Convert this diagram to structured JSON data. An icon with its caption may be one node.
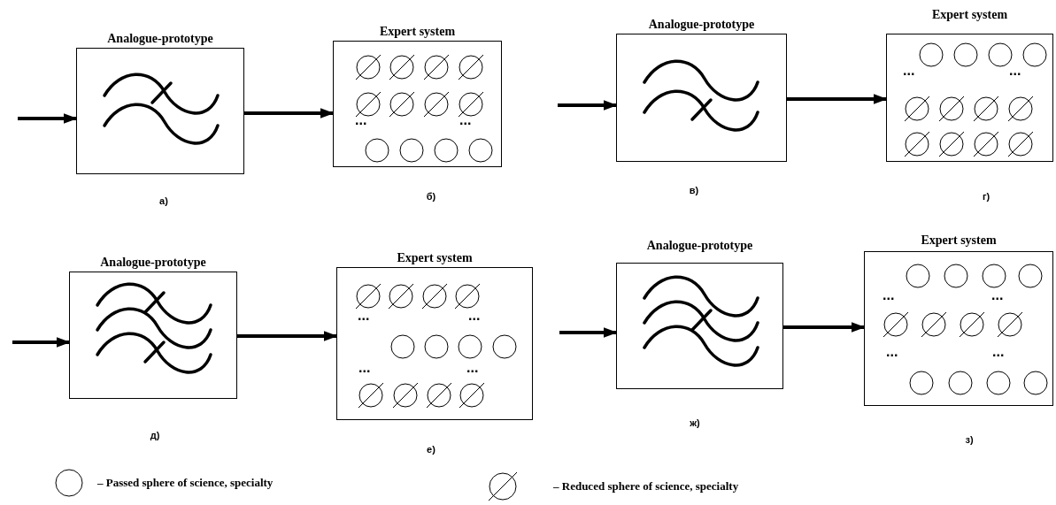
{
  "diagram": {
    "nodes": [
      {
        "text": [
          "Analogue-prototype"
        ],
        "beside": [
          "а)"
        ]
      },
      {
        "text": [
          "Expert system"
        ],
        "beside": [
          "б)"
        ]
      },
      {
        "text": [
          "Analogue-prototype"
        ],
        "beside": [
          "в)"
        ]
      },
      {
        "text": [
          "Expert system"
        ],
        "beside": [
          "г)"
        ]
      },
      {
        "text": [
          "Analogue-prototype"
        ],
        "beside": [
          "д)"
        ]
      },
      {
        "text": [
          "Expert system"
        ],
        "beside": [
          "е)"
        ]
      },
      {
        "text": [
          "Analogue-prototype"
        ],
        "beside": [
          "ж)"
        ]
      },
      {
        "text": [
          "Expert system"
        ],
        "beside": [
          "з)"
        ]
      }
    ],
    "edges": [
      {
        "from": null,
        "to": 0,
        "arrow": "to"
      },
      {
        "from": 0,
        "to": 1,
        "arrow": "to"
      },
      {
        "from": null,
        "to": 2,
        "arrow": "to"
      },
      {
        "from": 2,
        "to": 3,
        "arrow": "to"
      },
      {
        "from": null,
        "to": 4,
        "arrow": "to"
      },
      {
        "from": 4,
        "to": 5,
        "arrow": "to"
      },
      {
        "from": null,
        "to": 6,
        "arrow": "to"
      },
      {
        "from": 6,
        "to": 7,
        "arrow": "to"
      }
    ],
    "labels": [
      "...",
      "...",
      "...",
      "...",
      "...",
      "...",
      "...",
      "...",
      "...",
      "...",
      "...",
      "..."
    ],
    "legend": [
      {
        "text": "– Passed sphere of science, specialty"
      },
      {
        "text": "– Reduced sphere of science, specialty"
      }
    ]
  }
}
